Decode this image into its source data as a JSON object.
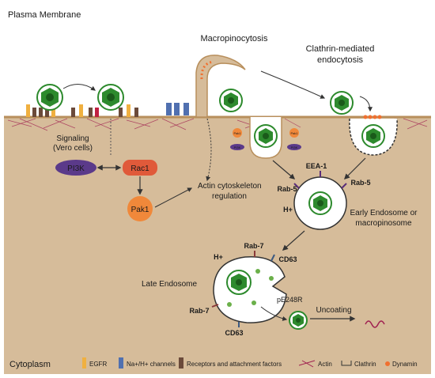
{
  "regions": {
    "plasma_membrane": "Plasma Membrane",
    "cytoplasm": "Cytoplasm"
  },
  "pathways": {
    "macropinocytosis": "Macropinocytosis",
    "clathrin_line1": "Clathrin-mediated",
    "clathrin_line2": "endocytosis"
  },
  "signaling": {
    "title_line1": "Signaling",
    "title_line2": "(Vero cells)",
    "pi3k": "PI3K",
    "rac1": "Rac1",
    "pak1": "Pak1",
    "actin_reg_line1": "Actin cytoskeleton",
    "actin_reg_line2": "regulation",
    "small_pak1": "Pak1",
    "small_pi3k": "PI3K"
  },
  "early_endosome": {
    "eea1": "EEA-1",
    "rab5_left": "Rab-5",
    "rab5_right": "Rab-5",
    "hplus": "H+",
    "name_line1": "Early Endosome or",
    "name_line2": "macropinosome"
  },
  "late_endosome": {
    "name": "Late Endosome",
    "rab7_top": "Rab-7",
    "rab7_bottom": "Rab-7",
    "cd63_top": "CD63",
    "cd63_bottom": "CD63",
    "hplus": "H+",
    "pe248r": "pE248R",
    "uncoating": "Uncoating"
  },
  "legend": {
    "egfr": "EGFR",
    "nah": "Na+/H+ channels",
    "receptors": "Receptors and attachment factors",
    "actin": "Actin",
    "clathrin": "Clathrin",
    "dynamin": "Dynamin"
  },
  "colors": {
    "cytoplasm": "#d6bc9a",
    "membrane_edge": "#b88f5c",
    "region_label": "#a0753f",
    "rab_label": "#5a2d7a",
    "rab7_label": "#8a3a3a",
    "cd63_label": "#3d5a80",
    "virus_green": "#2d8a2d",
    "virus_core": "#1a5a1a",
    "pi3k_fill": "#5b3a8a",
    "rac1_fill": "#e05a3a",
    "pak1_fill": "#f0883a",
    "dynamin": "#f07030",
    "actin": "#a02050",
    "egfr": "#f0b040",
    "nah": "#5070b0",
    "receptor": "#6b4a3a"
  }
}
